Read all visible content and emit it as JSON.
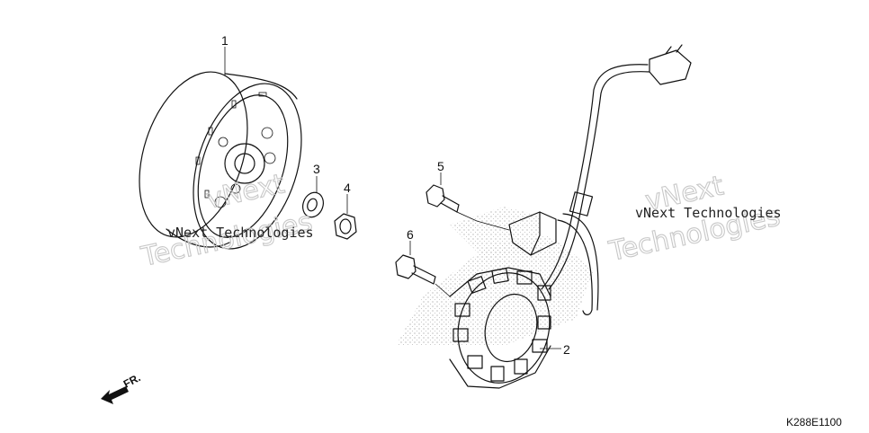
{
  "callouts": [
    {
      "id": "1",
      "label": "1"
    },
    {
      "id": "2",
      "label": "2"
    },
    {
      "id": "3",
      "label": "3"
    },
    {
      "id": "4",
      "label": "4"
    },
    {
      "id": "5",
      "label": "5"
    },
    {
      "id": "6",
      "label": "6"
    }
  ],
  "watermarks": {
    "small_left": "vNext Technologies",
    "small_right": "vNext Technologies",
    "big_left_top": "vNext",
    "big_left_bottom": "Technologies",
    "big_right_top": "vNext",
    "big_right_bottom": "Technologies"
  },
  "direction_label": "FR.",
  "reference_code": "K288E1100"
}
